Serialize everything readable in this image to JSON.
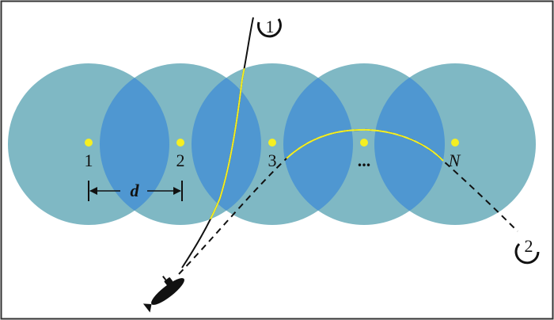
{
  "colors": {
    "frame": "#333333",
    "circle_fill": "#7fb8c4",
    "overlap_fill": "#4f97d1",
    "node_dot": "#f5ef22",
    "in_coverage_path": "#f5ef22",
    "path_line": "#111111",
    "submarine": "#111111"
  },
  "icons": {
    "vessel": "submarine-icon",
    "path_marker": "circled-number-marker"
  },
  "nodes": [
    {
      "label": "1"
    },
    {
      "label": "2"
    },
    {
      "label": "3"
    },
    {
      "label": "..."
    },
    {
      "label": "N"
    }
  ],
  "spacing_label": "d",
  "paths": [
    {
      "label": "1",
      "style": "solid"
    },
    {
      "label": "2",
      "style": "dashed"
    }
  ]
}
